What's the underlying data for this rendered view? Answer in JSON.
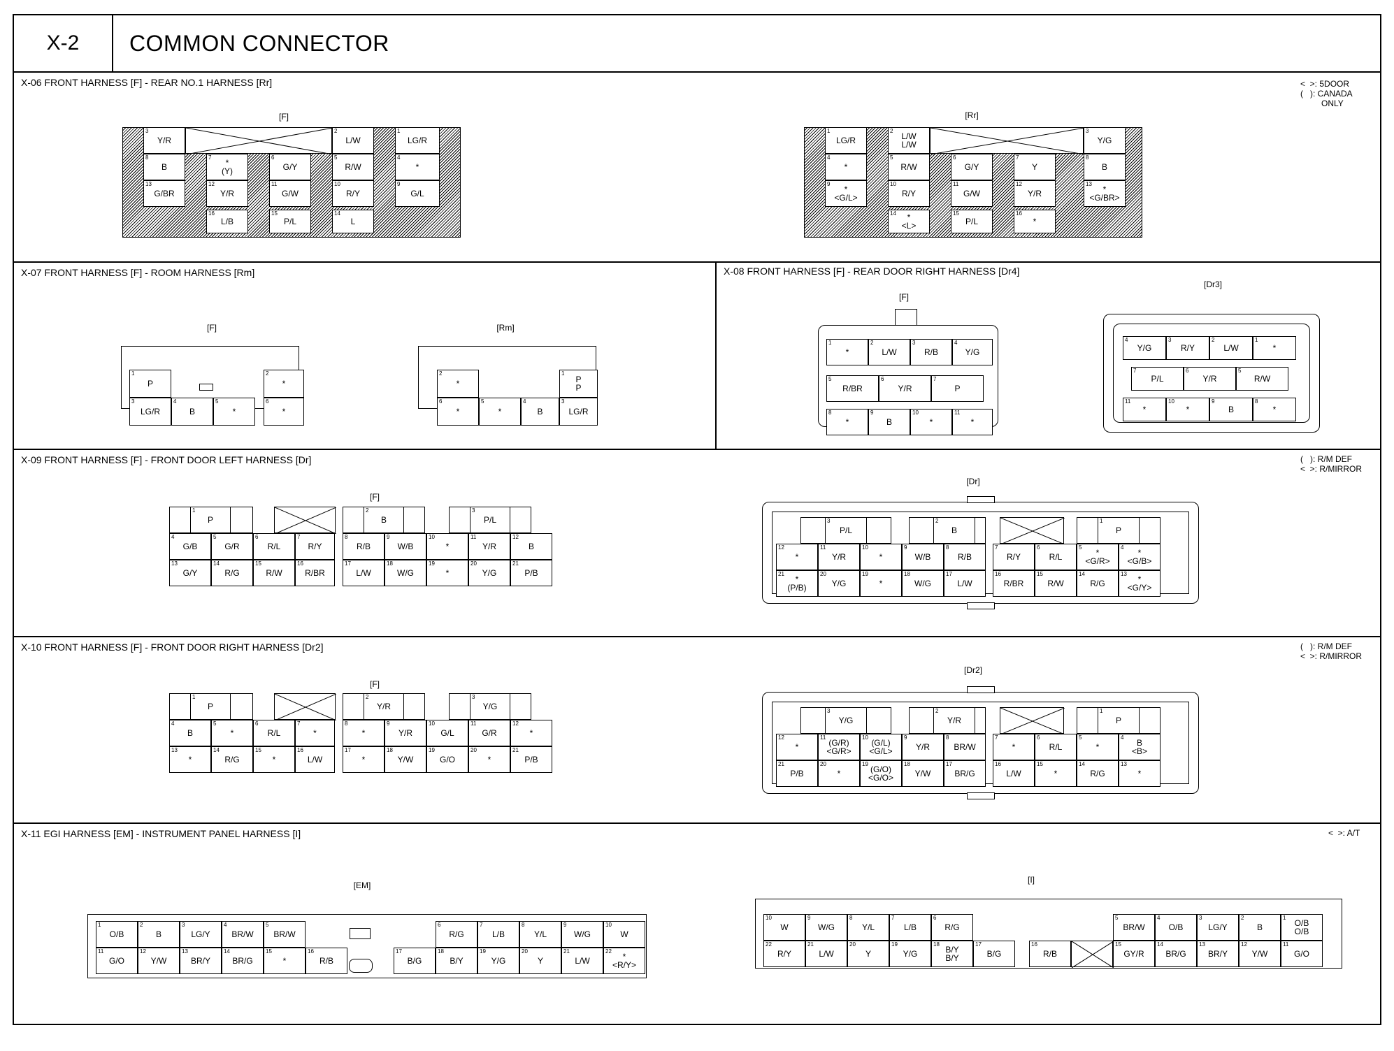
{
  "header": {
    "code": "X-2",
    "title": "COMMON CONNECTOR"
  },
  "sections": {
    "x06": {
      "title": "X-06 FRONT HARNESS [F] - REAR NO.1 HARNESS [Rr]",
      "note": "<  >: 5DOOR\n(   ): CANADA\n         ONLY",
      "F": {
        "label": "[F]",
        "cells": [
          [
            "3",
            "Y/R"
          ],
          [
            "2",
            "L/W"
          ],
          [
            "1",
            "LG/R"
          ],
          [
            "8",
            "B"
          ],
          [
            "7",
            "*\n(Y)"
          ],
          [
            "6",
            "G/Y"
          ],
          [
            "5",
            "R/W"
          ],
          [
            "4",
            "*"
          ],
          [
            "13",
            "G/BR"
          ],
          [
            "12",
            "Y/R"
          ],
          [
            "11",
            "G/W"
          ],
          [
            "10",
            "R/Y"
          ],
          [
            "9",
            "G/L"
          ],
          [
            "16",
            "L/B"
          ],
          [
            "15",
            "P/L"
          ],
          [
            "14",
            "L"
          ]
        ]
      },
      "Rr": {
        "label": "[Rr]",
        "cells": [
          [
            "1",
            "LG/R"
          ],
          [
            "2",
            "L/W\nL/W"
          ],
          [
            "3",
            "Y/G"
          ],
          [
            "4",
            "*"
          ],
          [
            "5",
            "R/W"
          ],
          [
            "6",
            "G/Y"
          ],
          [
            "7",
            "Y"
          ],
          [
            "8",
            "B"
          ],
          [
            "9",
            "*\n<G/L>"
          ],
          [
            "10",
            "R/Y"
          ],
          [
            "11",
            "G/W"
          ],
          [
            "12",
            "Y/R"
          ],
          [
            "13",
            "*\n<G/BR>"
          ],
          [
            "14",
            "*\n<L>"
          ],
          [
            "15",
            "P/L"
          ],
          [
            "16",
            "*"
          ]
        ]
      }
    },
    "x07": {
      "title": "X-07 FRONT HARNESS [F] - ROOM HARNESS [Rm]",
      "F": {
        "label": "[F]",
        "cells": [
          [
            "1",
            "P"
          ],
          [
            "2",
            "*"
          ],
          [
            "3",
            "LG/R"
          ],
          [
            "4",
            "B"
          ],
          [
            "5",
            "*"
          ],
          [
            "6",
            "*"
          ]
        ]
      },
      "Rm": {
        "label": "[Rm]",
        "cells": [
          [
            "2",
            "*"
          ],
          [
            "1",
            "P\nP"
          ],
          [
            "6",
            "*"
          ],
          [
            "5",
            "*"
          ],
          [
            "4",
            "B"
          ],
          [
            "3",
            "LG/R"
          ]
        ]
      }
    },
    "x08": {
      "title": "X-08 FRONT HARNESS [F] - REAR DOOR RIGHT HARNESS [Dr4]",
      "F": {
        "label": "[F]",
        "cells": [
          [
            "1",
            "*"
          ],
          [
            "2",
            "L/W"
          ],
          [
            "3",
            "R/B"
          ],
          [
            "4",
            "Y/G"
          ],
          [
            "5",
            "R/BR"
          ],
          [
            "6",
            "Y/R"
          ],
          [
            "7",
            "P"
          ],
          [
            "8",
            "*"
          ],
          [
            "9",
            "B"
          ],
          [
            "10",
            "*"
          ],
          [
            "11",
            "*"
          ]
        ]
      },
      "Dr3": {
        "label": "[Dr3]",
        "cells": [
          [
            "4",
            "Y/G"
          ],
          [
            "3",
            "R/Y"
          ],
          [
            "2",
            "L/W"
          ],
          [
            "1",
            "*"
          ],
          [
            "7",
            "P/L"
          ],
          [
            "6",
            "Y/R"
          ],
          [
            "5",
            "R/W"
          ],
          [
            "11",
            "*"
          ],
          [
            "10",
            "*"
          ],
          [
            "9",
            "B"
          ],
          [
            "8",
            "*"
          ]
        ]
      }
    },
    "x09": {
      "title": "X-09 FRONT HARNESS [F] - FRONT DOOR LEFT HARNESS [Dr]",
      "note": "(   ): R/M DEF\n<  >: R/MIRROR",
      "F": {
        "label": "[F]",
        "cells": [
          [
            "1",
            "P"
          ],
          [
            "2",
            "B"
          ],
          [
            "3",
            "P/L"
          ],
          [
            "4",
            "G/B"
          ],
          [
            "5",
            "G/R"
          ],
          [
            "6",
            "R/L"
          ],
          [
            "7",
            "R/Y"
          ],
          [
            "8",
            "R/B"
          ],
          [
            "9",
            "W/B"
          ],
          [
            "10",
            "*"
          ],
          [
            "11",
            "Y/R"
          ],
          [
            "12",
            "B"
          ],
          [
            "13",
            "G/Y"
          ],
          [
            "14",
            "R/G"
          ],
          [
            "15",
            "R/W"
          ],
          [
            "16",
            "R/BR"
          ],
          [
            "17",
            "L/W"
          ],
          [
            "18",
            "W/G"
          ],
          [
            "19",
            "*"
          ],
          [
            "20",
            "Y/G"
          ],
          [
            "21",
            "P/B"
          ]
        ]
      },
      "Dr": {
        "label": "[Dr]",
        "cells": [
          [
            "3",
            "P/L"
          ],
          [
            "2",
            "B"
          ],
          [
            "1",
            "P"
          ],
          [
            "12",
            "*"
          ],
          [
            "11",
            "Y/R"
          ],
          [
            "10",
            "*"
          ],
          [
            "9",
            "W/B"
          ],
          [
            "8",
            "R/B"
          ],
          [
            "7",
            "R/Y"
          ],
          [
            "6",
            "R/L"
          ],
          [
            "5",
            "*\n<G/R>"
          ],
          [
            "4",
            "*\n<G/B>"
          ],
          [
            "21",
            "*\n(P/B)"
          ],
          [
            "20",
            "Y/G"
          ],
          [
            "19",
            "*"
          ],
          [
            "18",
            "W/G"
          ],
          [
            "17",
            "L/W"
          ],
          [
            "16",
            "R/BR"
          ],
          [
            "15",
            "R/W"
          ],
          [
            "14",
            "R/G"
          ],
          [
            "13",
            "*\n<G/Y>"
          ]
        ]
      }
    },
    "x10": {
      "title": "X-10 FRONT HARNESS [F] - FRONT DOOR RIGHT HARNESS [Dr2]",
      "note": "(   ): R/M DEF\n<  >: R/MIRROR",
      "F": {
        "label": "[F]",
        "cells": [
          [
            "1",
            "P"
          ],
          [
            "2",
            "Y/R"
          ],
          [
            "3",
            "Y/G"
          ],
          [
            "4",
            "B"
          ],
          [
            "5",
            "*"
          ],
          [
            "6",
            "R/L"
          ],
          [
            "7",
            "*"
          ],
          [
            "8",
            "*"
          ],
          [
            "9",
            "Y/R"
          ],
          [
            "10",
            "G/L"
          ],
          [
            "11",
            "G/R"
          ],
          [
            "12",
            "*"
          ],
          [
            "13",
            "*"
          ],
          [
            "14",
            "R/G"
          ],
          [
            "15",
            "*"
          ],
          [
            "16",
            "L/W"
          ],
          [
            "17",
            "*"
          ],
          [
            "18",
            "Y/W"
          ],
          [
            "19",
            "G/O"
          ],
          [
            "20",
            "*"
          ],
          [
            "21",
            "P/B"
          ]
        ]
      },
      "Dr2": {
        "label": "[Dr2]",
        "cells": [
          [
            "3",
            "Y/G"
          ],
          [
            "2",
            "Y/R"
          ],
          [
            "1",
            "P"
          ],
          [
            "12",
            "*"
          ],
          [
            "11",
            "(G/R)\n<G/R>"
          ],
          [
            "10",
            "(G/L)\n<G/L>"
          ],
          [
            "9",
            "Y/R"
          ],
          [
            "8",
            "BR/W"
          ],
          [
            "7",
            "*"
          ],
          [
            "6",
            "R/L"
          ],
          [
            "5",
            "*"
          ],
          [
            "4",
            "B\n<B>"
          ],
          [
            "21",
            "P/B"
          ],
          [
            "20",
            "*"
          ],
          [
            "19",
            "(G/O)\n<G/O>"
          ],
          [
            "18",
            "Y/W"
          ],
          [
            "17",
            "BR/G"
          ],
          [
            "16",
            "L/W"
          ],
          [
            "15",
            "*"
          ],
          [
            "14",
            "R/G"
          ],
          [
            "13",
            "*"
          ]
        ]
      }
    },
    "x11": {
      "title": "X-11 EGI HARNESS [EM] - INSTRUMENT PANEL HARNESS [I]",
      "note": "<  >: A/T",
      "EM": {
        "label": "[EM]",
        "cells": [
          [
            "1",
            "O/B"
          ],
          [
            "2",
            "B"
          ],
          [
            "3",
            "LG/Y"
          ],
          [
            "4",
            "BR/W"
          ],
          [
            "5",
            "BR/W"
          ],
          [
            "6",
            "R/G"
          ],
          [
            "7",
            "L/B"
          ],
          [
            "8",
            "Y/L"
          ],
          [
            "9",
            "W/G"
          ],
          [
            "10",
            "W"
          ],
          [
            "11",
            "G/O"
          ],
          [
            "12",
            "Y/W"
          ],
          [
            "13",
            "BR/Y"
          ],
          [
            "14",
            "BR/G"
          ],
          [
            "15",
            "*"
          ],
          [
            "16",
            "R/B"
          ],
          [
            "17",
            "B/G"
          ],
          [
            "18",
            "B/Y"
          ],
          [
            "19",
            "Y/G"
          ],
          [
            "20",
            "Y"
          ],
          [
            "21",
            "L/W"
          ],
          [
            "22",
            "*\n<R/Y>"
          ]
        ]
      },
      "I": {
        "label": "[I]",
        "cells": [
          [
            "10",
            "W"
          ],
          [
            "9",
            "W/G"
          ],
          [
            "8",
            "Y/L"
          ],
          [
            "7",
            "L/B"
          ],
          [
            "6",
            "R/G"
          ],
          [
            "5",
            "BR/W"
          ],
          [
            "4",
            "O/B"
          ],
          [
            "3",
            "LG/Y"
          ],
          [
            "2",
            "B"
          ],
          [
            "1",
            "O/B\nO/B"
          ],
          [
            "22",
            "R/Y"
          ],
          [
            "21",
            "L/W"
          ],
          [
            "20",
            "Y"
          ],
          [
            "19",
            "Y/G"
          ],
          [
            "18",
            "B/Y\nB/Y"
          ],
          [
            "17",
            "B/G"
          ],
          [
            "16",
            "R/B"
          ],
          [
            "15",
            "GY/R"
          ],
          [
            "14",
            "BR/G"
          ],
          [
            "13",
            "BR/Y"
          ],
          [
            "12",
            "Y/W"
          ],
          [
            "11",
            "G/O"
          ]
        ]
      }
    }
  }
}
